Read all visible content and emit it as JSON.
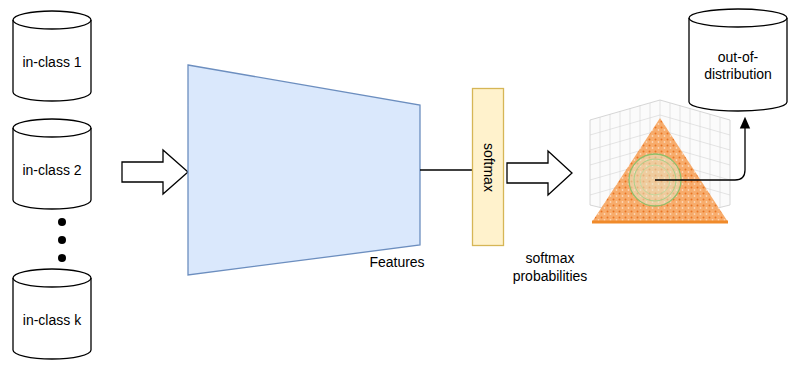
{
  "diagram": {
    "nodes": [
      {
        "text": [
          "in-class 1"
        ]
      },
      {
        "text": [
          "in-class 2"
        ]
      },
      {
        "text": [
          "in-class k"
        ]
      },
      {
        "text": [
          "softmax"
        ]
      },
      {
        "text": [
          "out-of-distribution"
        ]
      }
    ],
    "labels": [
      "Features",
      "softmax probabilities"
    ]
  }
}
